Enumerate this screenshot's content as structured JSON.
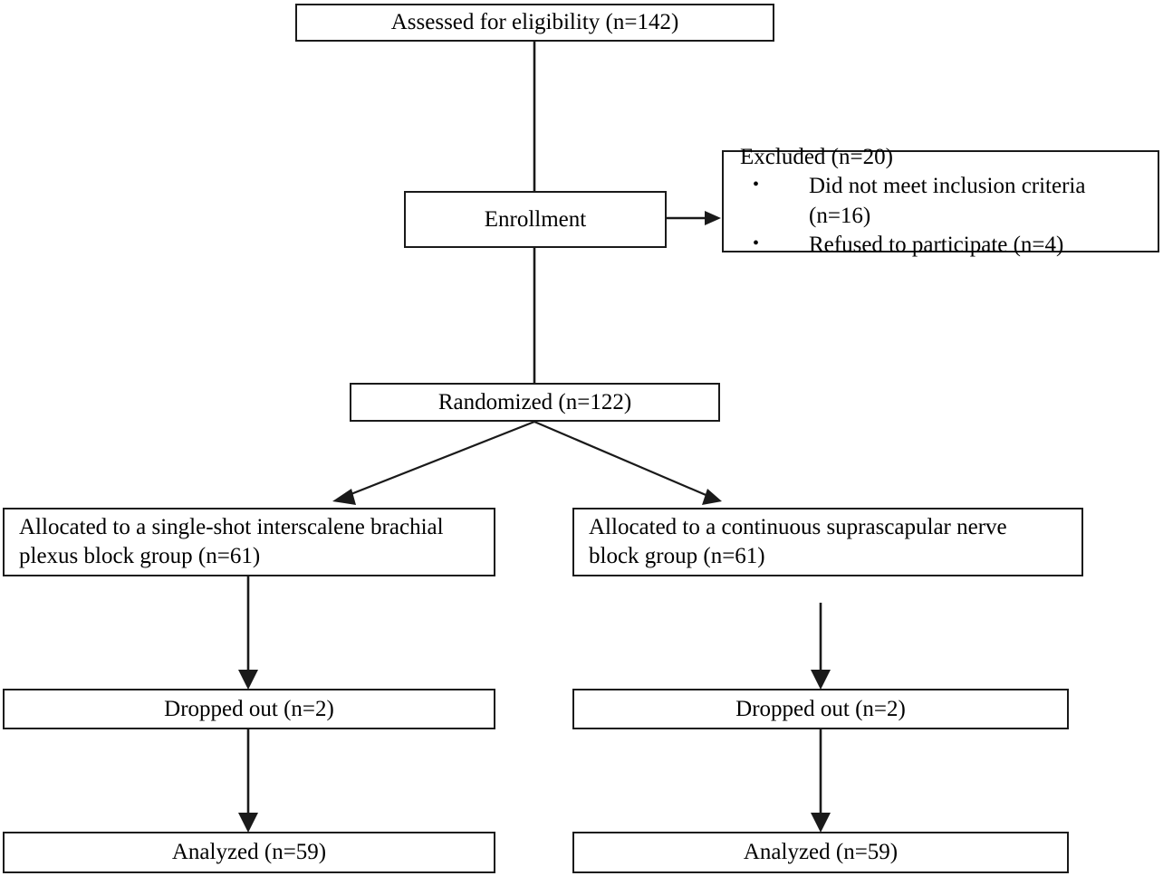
{
  "diagram": {
    "type": "consort-flow-diagram",
    "title": "Participant flow diagram",
    "stroke_color": "#1a1a1a",
    "background_color": "#ffffff",
    "nodes": {
      "assessed": {
        "label": "Assessed for eligibility (n=142)",
        "count": 142
      },
      "enrollment": {
        "label": "Enrollment"
      },
      "excluded": {
        "heading": "Excluded (n=20)",
        "count": 20,
        "bullet": "•",
        "items": [
          "Did not meet inclusion criteria (n=16)",
          "Refused to participate (n=4)"
        ]
      },
      "randomized": {
        "label": "Randomized (n=122)",
        "count": 122
      },
      "allocated_left": {
        "label": "Allocated to a single-shot interscalene brachial\nplexus block group (n=61)",
        "count": 61
      },
      "allocated_right": {
        "label": "Allocated to a continuous suprascapular nerve\nblock group (n=61)",
        "count": 61
      },
      "dropped_left": {
        "label": "Dropped out (n=2)",
        "count": 2
      },
      "dropped_right": {
        "label": "Dropped out (n=2)",
        "count": 2
      },
      "analyzed_left": {
        "label": "Analyzed (n=59)",
        "count": 59
      },
      "analyzed_right": {
        "label": "Analyzed (n=59)",
        "count": 59
      }
    }
  }
}
